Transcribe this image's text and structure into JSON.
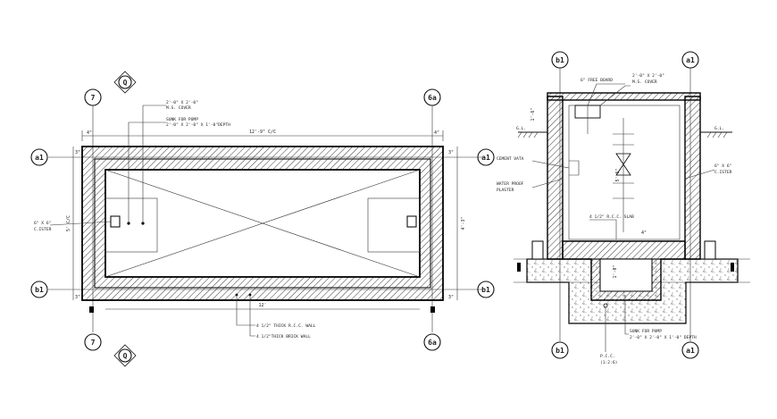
{
  "plan": {
    "grid_tags": {
      "left_top": "7",
      "right_top": "6a",
      "left_bottom": "7",
      "right_bottom": "6a",
      "row_top_left": "a1",
      "row_top_right": "a1",
      "row_bottom_left": "b1",
      "row_bottom_right": "b1"
    },
    "section_markers": {
      "top": "Q",
      "bottom": "Q"
    },
    "notes": {
      "ms_cover_1": "2'-0\" X 2'-0\"",
      "ms_cover_2": "M.S. COVER",
      "sunk_1": "SUNK FOR PUMP",
      "sunk_2": "2'-0\" X 2'-0\" X 1'-0\"DEPTH",
      "cistern_1": "6\" X 6\"",
      "cistern_2": "C.ISTER",
      "rcc_wall": "4 1/2\" THICK R.C.C. WALL",
      "brick_wall": "4 1/2\"THICK BRICK WALL"
    },
    "dims": {
      "top_overall": "12'-9\" C/C",
      "bottom_clear": "12'",
      "left_overall": "5' C/C",
      "right_clear": "4'-3\"",
      "corner_tl": "4\"",
      "corner_tr": "4\"",
      "side_tl": "3\"",
      "side_tr": "3\"",
      "side_bl": "3\"",
      "side_br": "3\""
    }
  },
  "section": {
    "grid_tags": {
      "top_left": "b1",
      "top_right": "a1",
      "bottom_left": "b1",
      "bottom_right": "a1"
    },
    "notes": {
      "free_board": "6\" FREE BOARD",
      "ms_cover_1": "2'-0\" X 2'-0\"",
      "ms_cover_2": "M.S. COVER",
      "gl_left": "G.L.",
      "gl_right": "G.L.",
      "cement_vata": "CEMENT VATA",
      "waterproof_1": "WATER PROOF",
      "waterproof_2": "PLASTER",
      "rcc_slab": "4 1/2\" R.C.C. SLAB",
      "cistern_1": "6\" X 6\"",
      "cistern_2": "C.ISTER",
      "sunk_1": "SUNK FOR PUMP",
      "sunk_2": "2'-0\" X 2'-0\" X 1'-0\" DEPTH",
      "pcc_1": "P.C.C.",
      "pcc_2": "(1:2:6)"
    },
    "dims": {
      "height_main": "5'-6\"",
      "top_left": "1'-6\"",
      "depth_sunk": "1'-0\"",
      "side_small": "4\""
    }
  }
}
